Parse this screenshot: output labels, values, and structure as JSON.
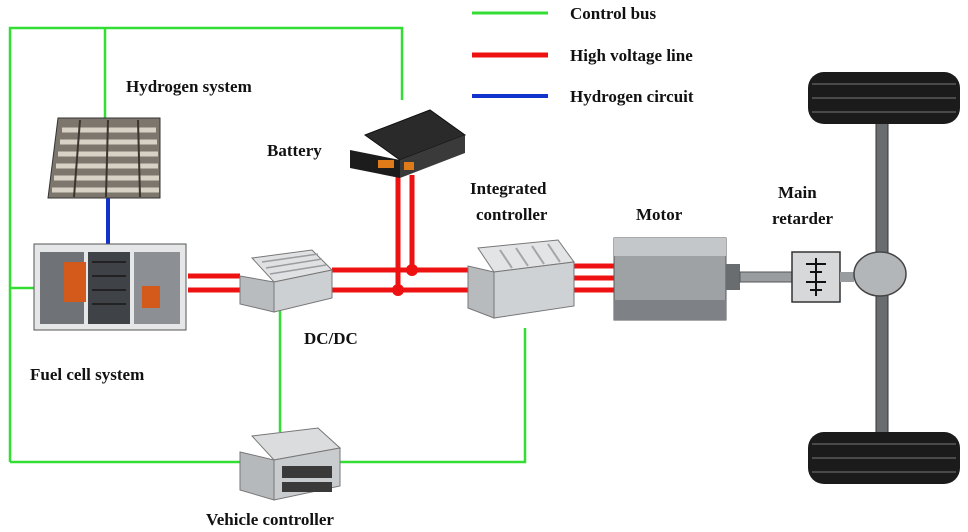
{
  "legend": {
    "items": [
      {
        "label": "Control bus",
        "color": "#33dd33"
      },
      {
        "label": "High voltage line",
        "color": "#ee1111"
      },
      {
        "label": "Hydrogen circuit",
        "color": "#1133cc"
      }
    ]
  },
  "labels": {
    "hydrogen_system": "Hydrogen system",
    "battery": "Battery",
    "integrated_controller_line1": "Integrated",
    "integrated_controller_line2": "controller",
    "motor": "Motor",
    "main_retarder_line1": "Main",
    "main_retarder_line2": "retarder",
    "dcdc": "DC/DC",
    "fuel_cell_system": "Fuel cell system",
    "vehicle_controller": "Vehicle controller"
  },
  "colors": {
    "control_bus": "#33dd33",
    "high_voltage": "#ee1111",
    "hydrogen": "#1133cc",
    "component_grey": "#c9cccf",
    "dark": "#222222"
  }
}
